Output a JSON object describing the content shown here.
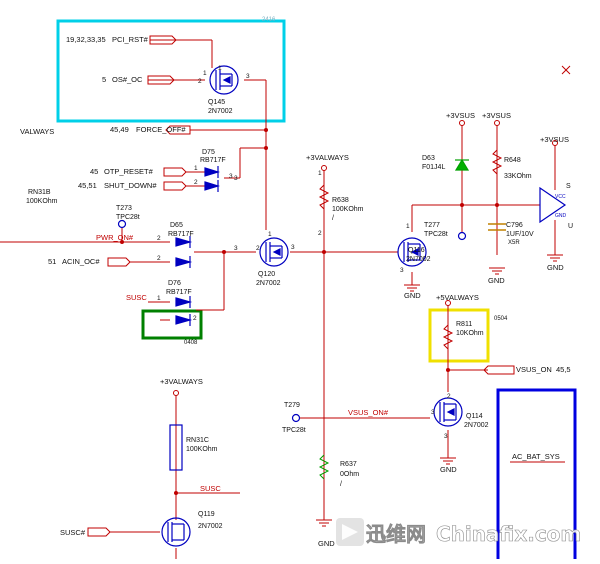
{
  "top_fragment": "2416",
  "nets": {
    "pci_rst": "PCI_RST#",
    "os_oc": "OS#_OC",
    "force_off": "FORCE_OFF#",
    "otp_reset": "OTP_RESET#",
    "shut_down": "SHUT_DOWN#",
    "pwr_on": "PWR_ON#",
    "acin_oc": "ACIN_OC#",
    "susc": "SUSC",
    "susc_bar": "SUSC#",
    "vsus_on_bar": "VSUS_ON#",
    "vsus_on": "VSUS_ON",
    "ac_bat_sys": "AC_BAT_SYS"
  },
  "pagerefs": {
    "pci_rst": "19,32,33,35",
    "os_oc": "5",
    "force_off": "45,49",
    "otp_reset": "45",
    "shut_down": "45,51",
    "acin_oc": "51",
    "vsus_on": "45,5",
    "valways_left": "VALWAYS"
  },
  "rails": {
    "v3valways": "+3VALWAYS",
    "v3vsus": "+3VSUS",
    "v5valways": "+5VALWAYS",
    "gnd": "GND"
  },
  "components": {
    "q145": {
      "ref": "Q145",
      "val": "2N7002"
    },
    "q120": {
      "ref": "Q120",
      "val": "2N7002"
    },
    "q116": {
      "ref": "Q116",
      "val": "2N7002"
    },
    "q114": {
      "ref": "Q114",
      "val": "2N7002"
    },
    "q119": {
      "ref": "Q119",
      "val": "2N7002"
    },
    "d75": {
      "ref": "D75",
      "val": "RB717F"
    },
    "d65": {
      "ref": "D65",
      "val": "RB717F"
    },
    "d76": {
      "ref": "D76",
      "val": "RB717F"
    },
    "d63": {
      "ref": "D63",
      "val": "F01J4L"
    },
    "r638": {
      "ref": "R638",
      "val": "100KOhm"
    },
    "r648": {
      "ref": "R648",
      "val": "33KOhm"
    },
    "r811": {
      "ref": "R811",
      "val": "10KOhm"
    },
    "r637": {
      "ref": "R637",
      "val": "0Ohm"
    },
    "rn31b": {
      "ref": "RN31B",
      "val": "100KOhm"
    },
    "rn31c": {
      "ref": "RN31C",
      "val": "100KOhm"
    },
    "c796": {
      "ref": "C796",
      "val": "1UF/10V",
      "dielectric": "X5R"
    },
    "t273": {
      "ref": "T273",
      "val": "TPC28t"
    },
    "t277": {
      "ref": "T277",
      "val": "TPC28t"
    },
    "t279": {
      "ref": "T279",
      "val": "TPC28t"
    },
    "u_fragment": {
      "pins": [
        "VCC",
        "GND"
      ],
      "ref_part": "S",
      "tail": "U"
    }
  },
  "notes": {
    "n0504": "0504",
    "n0408": "0408"
  },
  "pins": [
    "1",
    "2",
    "3",
    "2",
    "3",
    "1",
    "2",
    "3",
    "1",
    "2",
    "3",
    "1",
    "2",
    "3",
    "1"
  ],
  "slash": "/",
  "watermark": {
    "brand": "迅维网",
    "site": "Chinafix.com"
  },
  "highlight_colors": {
    "cyan": "#00d0e8",
    "green": "#008000",
    "yellow": "#f0e000",
    "blue": "#0000e0",
    "wire": "#c00000",
    "part": "#0000c0"
  }
}
